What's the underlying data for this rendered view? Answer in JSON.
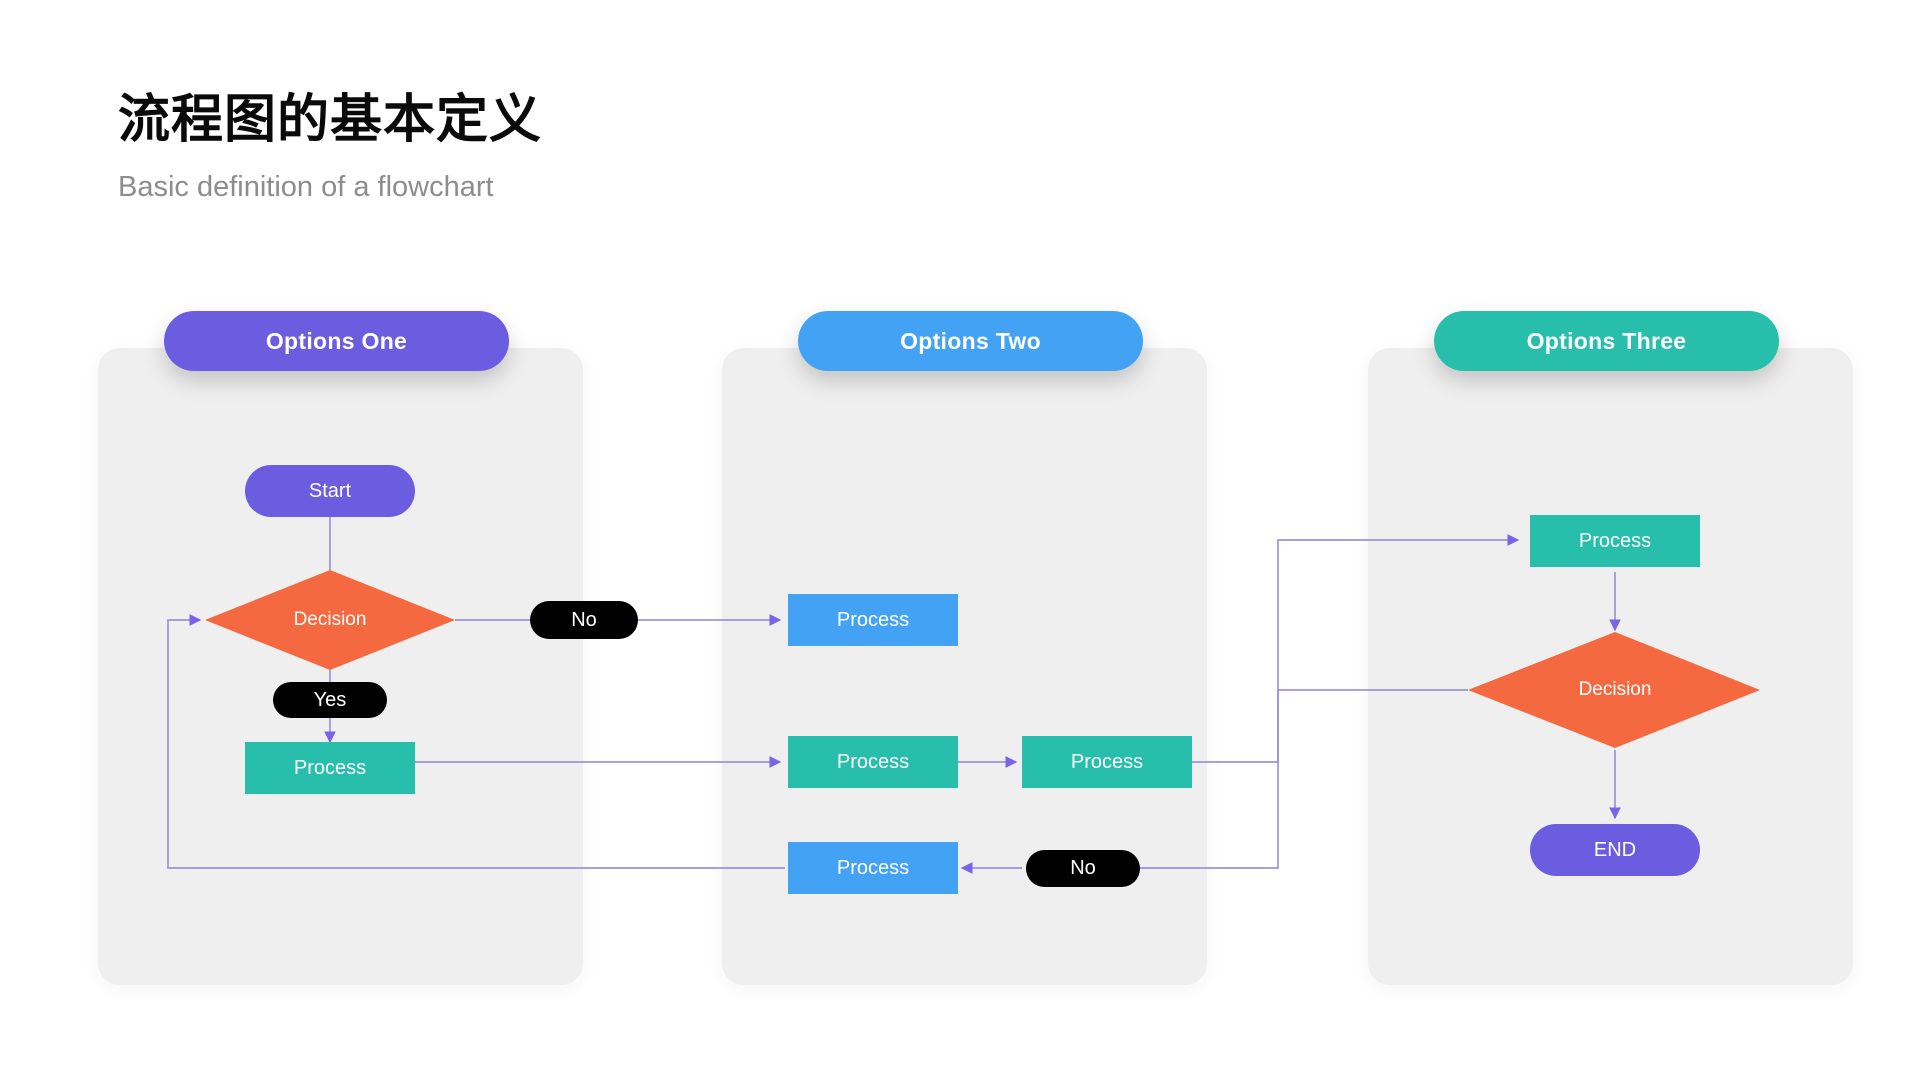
{
  "header": {
    "title": "流程图的基本定义",
    "subtitle": "Basic definition of a flowchart"
  },
  "colors": {
    "purple": "#6C5CE0",
    "blue": "#44A2F5",
    "teal": "#27BFAC",
    "orange": "#F4693F",
    "black": "#000000",
    "panel_bg": "#EFEFEF",
    "page_bg": "#FFFFFF",
    "connector": "#9B92DC",
    "arrow": "#7B63E8",
    "title_text": "#0A0A0A",
    "subtitle_text": "#8D8D8D"
  },
  "columns": [
    {
      "id": "options-one",
      "header_label": "Options One",
      "header_color": "#6C5CE0",
      "nodes": [
        {
          "id": "c1-start",
          "label": "Start",
          "shape": "terminator",
          "color": "#6C5CE0"
        },
        {
          "id": "c1-decision",
          "label": "Decision",
          "shape": "diamond",
          "color": "#F4693F"
        },
        {
          "id": "c1-process",
          "label": "Process",
          "shape": "process",
          "color": "#27BFAC"
        }
      ],
      "edge_labels": [
        {
          "id": "c1-label-no",
          "label": "No"
        },
        {
          "id": "c1-label-yes",
          "label": "Yes"
        }
      ]
    },
    {
      "id": "options-two",
      "header_label": "Options Two",
      "header_color": "#44A2F5",
      "nodes": [
        {
          "id": "c2-process-top",
          "label": "Process",
          "shape": "process",
          "color": "#44A2F5"
        },
        {
          "id": "c2-process-mid-a",
          "label": "Process",
          "shape": "process",
          "color": "#27BFAC"
        },
        {
          "id": "c2-process-mid-b",
          "label": "Process",
          "shape": "process",
          "color": "#27BFAC"
        },
        {
          "id": "c2-process-bottom",
          "label": "Process",
          "shape": "process",
          "color": "#44A2F5"
        }
      ],
      "edge_labels": [
        {
          "id": "c2-label-no",
          "label": "No"
        }
      ]
    },
    {
      "id": "options-three",
      "header_label": "Options Three",
      "header_color": "#27BFAC",
      "nodes": [
        {
          "id": "c3-process",
          "label": "Process",
          "shape": "process",
          "color": "#27BFAC"
        },
        {
          "id": "c3-decision",
          "label": "Decision",
          "shape": "diamond",
          "color": "#F4693F"
        },
        {
          "id": "c3-end",
          "label": "END",
          "shape": "terminator",
          "color": "#6C5CE0"
        }
      ],
      "edge_labels": []
    }
  ]
}
